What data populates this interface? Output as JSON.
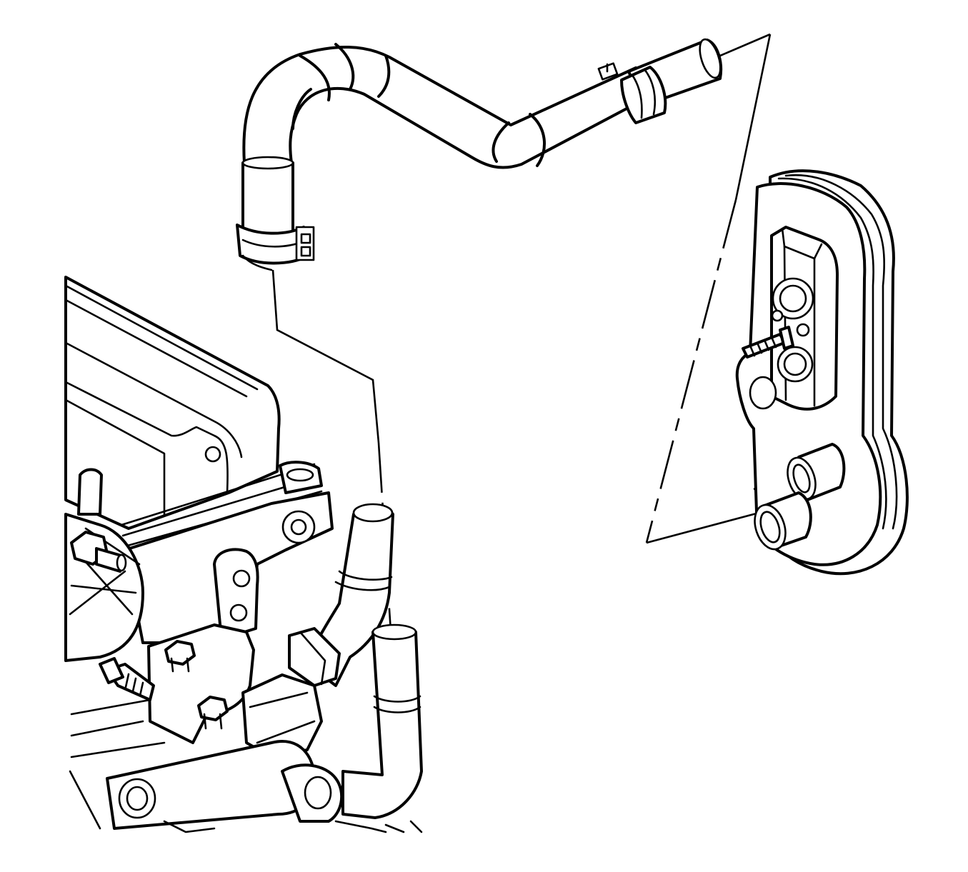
{
  "diagram": {
    "style": "black line-art service illustration",
    "colors": {
      "ink": "#000000",
      "paper": "#ffffff"
    },
    "components": [
      "heater-hose-assembly",
      "upper-hose-clamp",
      "lower-hose-clamp",
      "heater-core-assembly",
      "engine-assembly",
      "engine-outlet-hose"
    ]
  }
}
